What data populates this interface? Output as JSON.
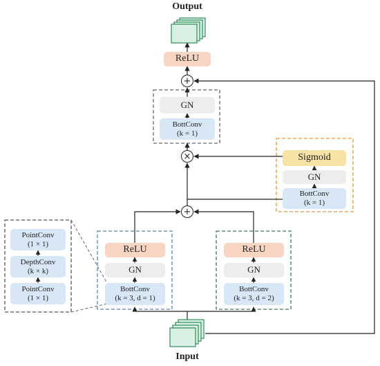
{
  "labels": {
    "output": "Output",
    "input": "Input"
  },
  "ops": {
    "add": "+",
    "mul": "×"
  },
  "top": {
    "relu": "ReLU",
    "gn": "GN",
    "bottconv": "BottConv\n(k = 1)"
  },
  "attention": {
    "sigmoid": "Sigmoid",
    "gn": "GN",
    "bottconv": "BottConv\n(k = 1)"
  },
  "left_branch": {
    "relu": "ReLU",
    "gn": "GN",
    "bottconv": "BottConv\n(k = 3, d = 1)"
  },
  "right_branch": {
    "relu": "ReLU",
    "gn": "GN",
    "bottconv": "BottConv\n(k = 3, d = 2)"
  },
  "detail": {
    "pointconv_top": "PointConv\n(1 × 1)",
    "depthconv": "DepthConv\n(k × k)",
    "pointconv_bottom": "PointConv\n(1 × 1)"
  },
  "colors": {
    "relu": "#f8d5c3",
    "gn": "#ededed",
    "bottconv": "#d7e7f6",
    "sigmoid": "#f6e3a5",
    "feature_map": "#daf0e4",
    "feature_map_border": "#2e8b57",
    "box_blue": "#5b7fb8",
    "box_green": "#3d7b5a",
    "box_orange": "#e59a2f",
    "box_gray": "#666666"
  }
}
